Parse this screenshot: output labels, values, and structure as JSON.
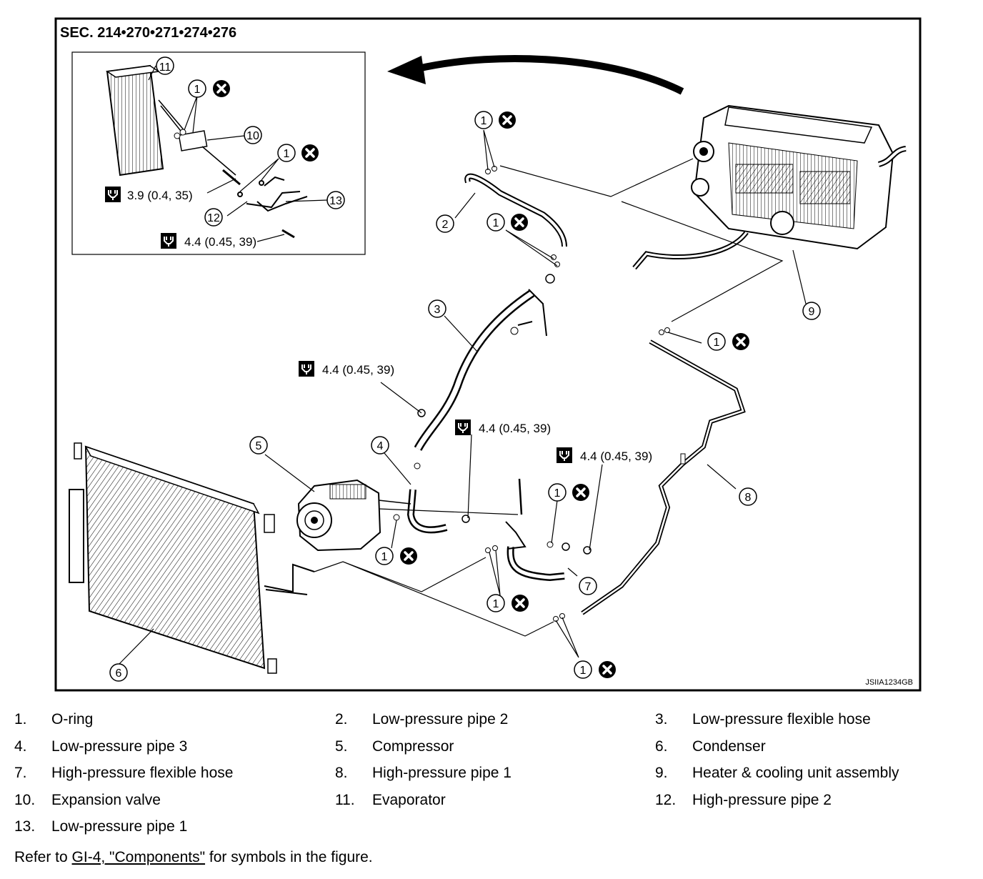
{
  "figure": {
    "section_title": "SEC. 214•270•271•274•276",
    "figure_code": "JSIIA1234GB",
    "torque_values": {
      "t39": "3.9 (0.4, 35)",
      "t44": "4.4 (0.45, 39)"
    },
    "callout_numbers": [
      "1",
      "2",
      "3",
      "4",
      "5",
      "6",
      "7",
      "8",
      "9",
      "10",
      "11",
      "12",
      "13"
    ]
  },
  "legend": [
    {
      "num": "1.",
      "label": "O-ring"
    },
    {
      "num": "2.",
      "label": "Low-pressure pipe 2"
    },
    {
      "num": "3.",
      "label": "Low-pressure flexible hose"
    },
    {
      "num": "4.",
      "label": "Low-pressure pipe 3"
    },
    {
      "num": "5.",
      "label": "Compressor"
    },
    {
      "num": "6.",
      "label": "Condenser"
    },
    {
      "num": "7.",
      "label": "High-pressure flexible hose"
    },
    {
      "num": "8.",
      "label": "High-pressure pipe 1"
    },
    {
      "num": "9.",
      "label": "Heater & cooling unit assembly"
    },
    {
      "num": "10.",
      "label": "Expansion valve"
    },
    {
      "num": "11.",
      "label": "Evaporator"
    },
    {
      "num": "12.",
      "label": "High-pressure pipe 2"
    },
    {
      "num": "13.",
      "label": "Low-pressure pipe 1"
    }
  ],
  "footer": {
    "prefix": "Refer to ",
    "link_text": "GI-4, \"Components\"",
    "suffix": " for symbols in the figure."
  }
}
